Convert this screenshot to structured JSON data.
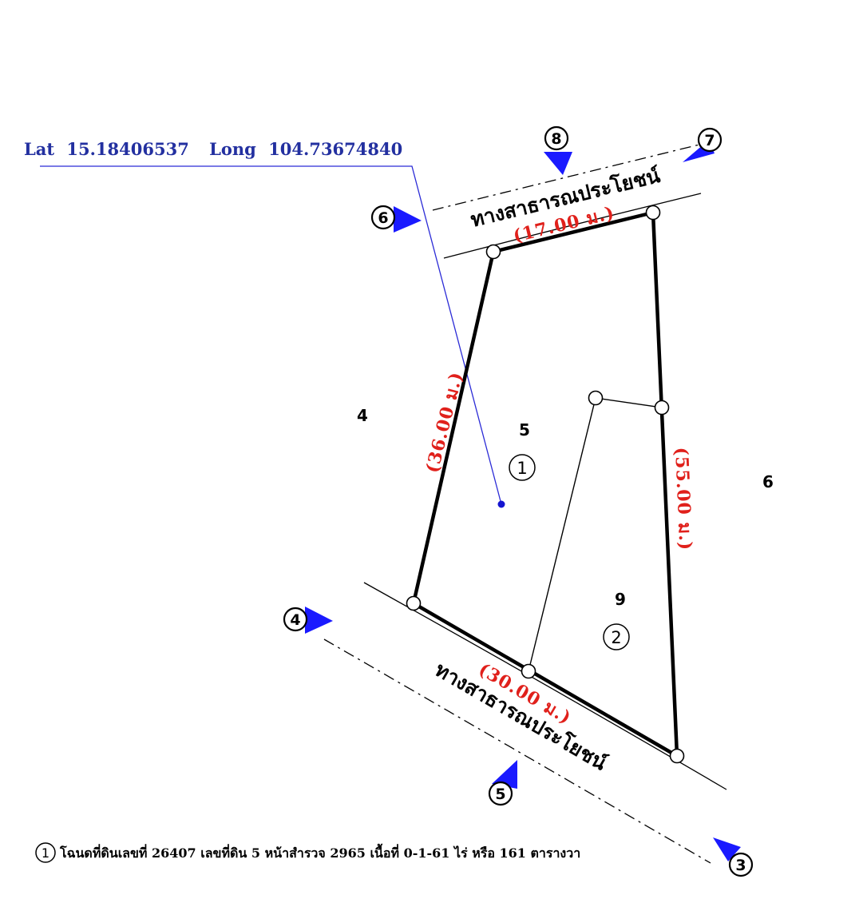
{
  "coordinates": {
    "lat_label": "Lat",
    "lat_value": "15.18406537",
    "long_label": "Long",
    "long_value": "104.73674840"
  },
  "roads": {
    "top_road_label": "ทางสาธารณประโยชน์",
    "bottom_road_label": "ทางสาธารณประโยชน์"
  },
  "dimensions": {
    "top": "(17.00 ม.)",
    "left": "(36.00 ม.)",
    "right": "(55.00 ม.)",
    "bottom": "(30.00 ม.)"
  },
  "parcels": {
    "neighbor_west": "4",
    "parcel_upper": "5",
    "parcel_upper_circle": "1",
    "neighbor_east": "6",
    "parcel_lower": "9",
    "parcel_lower_circle": "2"
  },
  "markers": [
    {
      "id": "8",
      "direction": "down"
    },
    {
      "id": "7",
      "direction": "down-left"
    },
    {
      "id": "6",
      "direction": "right"
    },
    {
      "id": "4",
      "direction": "right"
    },
    {
      "id": "5",
      "direction": "up"
    },
    {
      "id": "3",
      "direction": "up-left"
    }
  ],
  "colors": {
    "arrow": "#1a1aff",
    "pointer_line": "#2b2bd6",
    "dimension_text": "#e0201b",
    "coordinate_text": "#2330a0"
  },
  "footer": {
    "circle_num": "1",
    "text": "โฉนดที่ดินเลขที่ 26407 เลขที่ดิน 5 หน้าสำรวจ 2965 เนื้อที่ 0-1-61 ไร่ หรือ 161 ตารางวา"
  }
}
